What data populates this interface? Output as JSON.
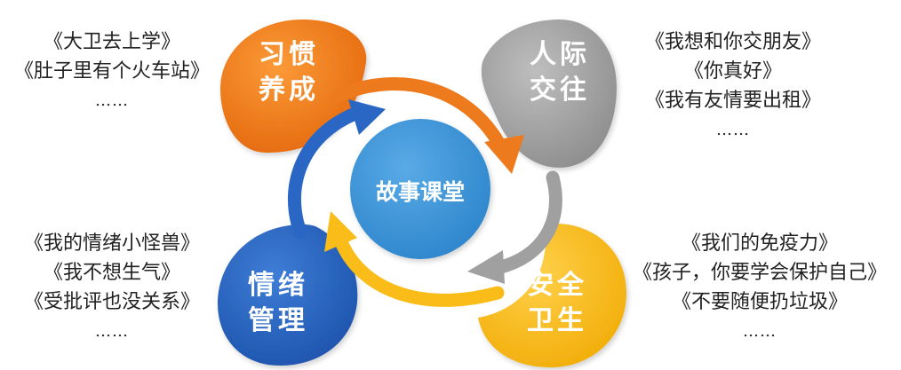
{
  "center": {
    "label": "故事课堂"
  },
  "sections": {
    "habit": {
      "title_line1": "习惯",
      "title_line2": "养成",
      "color": "#F07A1C",
      "books": [
        "《大卫去上学》",
        "《肚子里有个火车站》",
        "……"
      ]
    },
    "social": {
      "title_line1": "人际",
      "title_line2": "交往",
      "color": "#A5A5A5",
      "books": [
        "《我想和你交朋友》",
        "《你真好》",
        "《我有友情要出租》",
        "……"
      ]
    },
    "emotion": {
      "title_line1": "情绪",
      "title_line2": "管理",
      "color": "#2B66C4",
      "books": [
        "《我的情绪小怪兽》",
        "《我不想生气》",
        "《受批评也没关系》",
        "……"
      ]
    },
    "safety": {
      "title_line1": "安全",
      "title_line2": "卫生",
      "color": "#FBBE18",
      "books": [
        "《我们的免疫力》",
        "《孩子，你要学会保护自己》",
        "《不要随便扔垃圾》",
        "……"
      ]
    }
  },
  "colors": {
    "center": "#3C93D6",
    "arrow_orange": "#EE7A1E",
    "arrow_gray": "#A0A0A0",
    "arrow_yellow": "#F9BC18",
    "arrow_blue": "#2A67C5"
  }
}
